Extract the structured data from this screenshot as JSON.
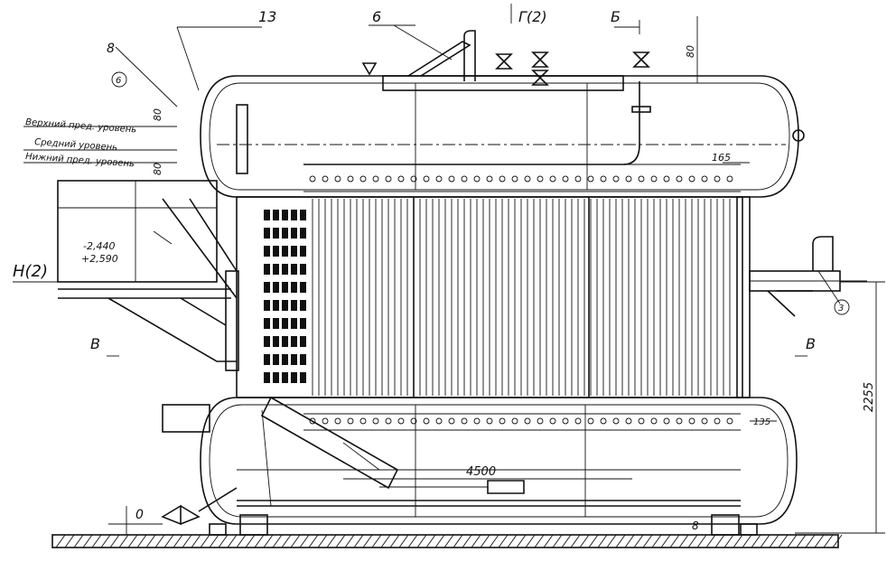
{
  "callouts": {
    "c13": "13",
    "c6": "6",
    "c8": "8",
    "c6_circle": "6",
    "c3_circle": "3",
    "c8_bottom": "8"
  },
  "section_marks": {
    "b_top": "Б",
    "g_top": "Г(2)",
    "n_left": "Н(2)",
    "v_left": "В",
    "v_right": "В"
  },
  "levels": {
    "upper": "Верхний пред. уровень",
    "middle": "Средний уровень",
    "lower": "Нижний пред. уровень"
  },
  "elevations": {
    "top": "-2,440",
    "bottom": "+2,590"
  },
  "dimensions": {
    "d80_top": "80",
    "d80_a": "80",
    "d80_b": "80",
    "d165": "165",
    "d135": "135",
    "d4500": "4500",
    "d2255": "2255",
    "d0": "0"
  }
}
